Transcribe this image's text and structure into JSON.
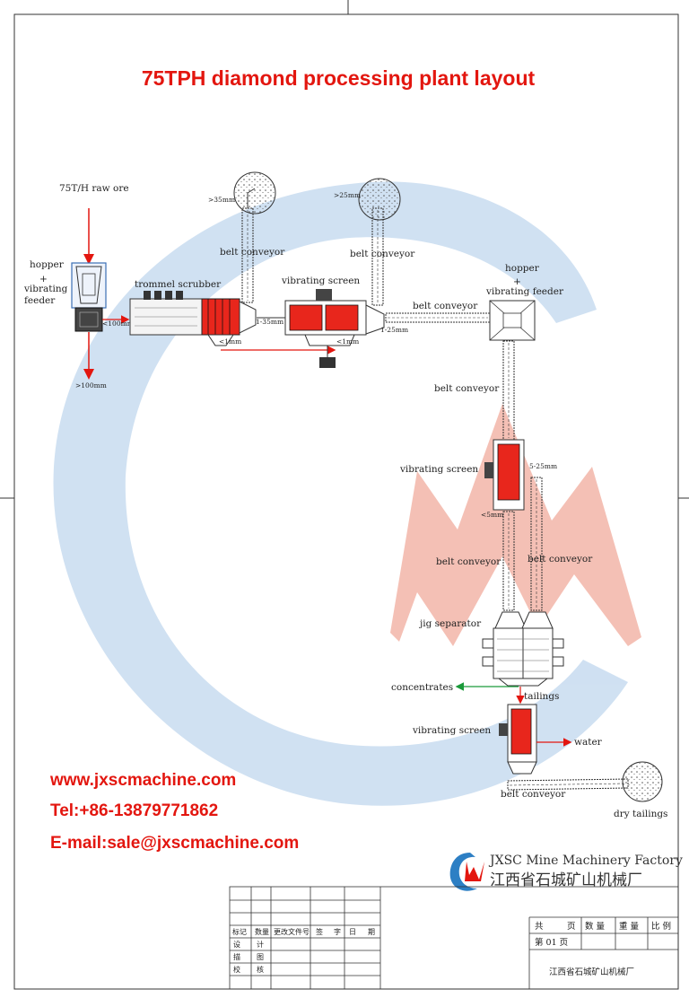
{
  "title": "75TPH diamond processing plant layout",
  "colors": {
    "title": "#e3160f",
    "equipment": "#e8261c",
    "flow_red": "#e3160f",
    "flow_green": "#1a9a3a",
    "watermark_blue": "#9cc0e6",
    "watermark_red": "#e87a6a"
  },
  "labels": {
    "raw_ore": "75T/H raw ore",
    "hopper": "hopper",
    "plus": "+",
    "vibrating": "vibrating",
    "feeder": "feeder",
    "trommel": "trommel scrubber",
    "belt_conveyor": "belt conveyor",
    "vibrating_screen": "vibrating screen",
    "hopper_vf_line2": "vibrating feeder",
    "jig": "jig separator",
    "concentrates": "concentrates",
    "tailings": "tailings",
    "water": "water",
    "dry_tailings": "dry tailings"
  },
  "sizes": {
    "gt100_a": "<100mm",
    "gt100_b": ">100mm",
    "gt35": ">35mm",
    "r1_35": "1-35mm",
    "lt1_a": "<1mm",
    "lt1_b": "<1mm",
    "gt25": ">25mm",
    "r1_25": "1-25mm",
    "r5_25": "5-25mm",
    "lt5": "<5mm"
  },
  "contact": {
    "web": "www.jxscmachine.com",
    "tel": "Tel:+86-13879771862",
    "email": "E-mail:sale@jxscmachine.com"
  },
  "factory": {
    "name_en": "JXSC Mine Machinery Factory",
    "name_cn": "江西省石城矿山机械厂"
  },
  "title_block": {
    "left_headers": [
      "标记",
      "数量",
      "更改文件号",
      "签",
      "字",
      "日",
      "期"
    ],
    "left_rows": [
      "设",
      "计",
      "描",
      "图",
      "校",
      "核"
    ],
    "right_row1": [
      "共",
      "页",
      "数 量",
      "重 量",
      "比 例"
    ],
    "right_row2": "第 01 页",
    "company": "江西省石城矿山机械厂"
  }
}
